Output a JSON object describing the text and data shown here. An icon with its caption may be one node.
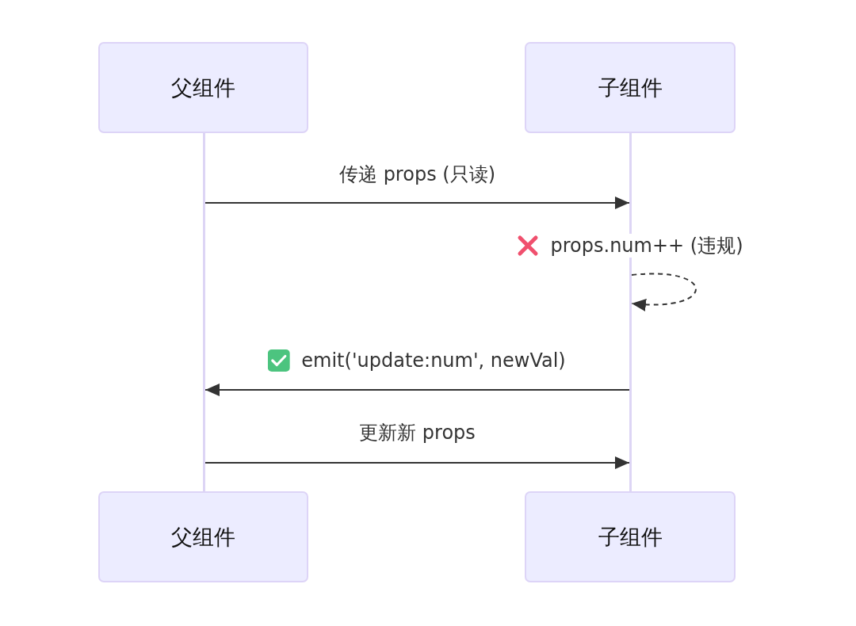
{
  "diagram": {
    "nodes": [
      {
        "text": [
          "父组件"
        ]
      },
      {
        "text": [
          "子组件"
        ]
      },
      {
        "text": [],
        "shape": "bar"
      },
      {
        "text": [],
        "shape": "bar"
      },
      {
        "text": [
          "父组件"
        ]
      },
      {
        "text": [
          "子组件"
        ]
      }
    ],
    "edges": [
      {
        "from": 2,
        "to": 3,
        "arrow": "to",
        "label": "传递 props (只读)"
      },
      {
        "from": 3,
        "to": 3,
        "arrow": "to",
        "style": "dashed",
        "label": "props.num++ (违规)"
      },
      {
        "from": 3,
        "to": 2,
        "arrow": "to",
        "label": "emit('update:num', newVal)"
      },
      {
        "from": 2,
        "to": 3,
        "arrow": "to",
        "label": "更新新 props"
      }
    ]
  }
}
